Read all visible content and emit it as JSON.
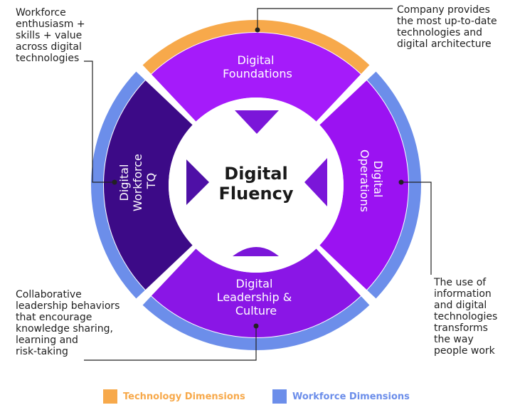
{
  "diagram": {
    "center": {
      "line1": "Digital",
      "line2": "Fluency"
    },
    "segments": {
      "top": {
        "lines": [
          "Digital",
          "Foundations"
        ]
      },
      "right": {
        "lines": [
          "Digital",
          "Operations"
        ]
      },
      "bottom": {
        "lines": [
          "Digital",
          "Leadership &",
          "Culture"
        ]
      },
      "left": {
        "lines": [
          "Digital",
          "Workforce",
          "TQ"
        ]
      }
    },
    "annotations": {
      "workforce_tq": "Workforce\nenthusiasm +\nskills + value\nacross digital\ntechnologies",
      "foundations": "Company provides\nthe most up-to-date\ntechnologies and\ndigital architecture",
      "operations": "The use of\ninformation\nand digital\ntechnologies\ntransforms\nthe way\npeople work",
      "leadership": "Collaborative\nleadership behaviors\nthat encourage\nknowledge sharing,\nlearning and\nrisk-taking"
    }
  },
  "legend": [
    {
      "label": "Technology Dimensions",
      "color": "#F7A94B"
    },
    {
      "label": "Workforce Dimensions",
      "color": "#6C8EEA"
    }
  ],
  "colors": {
    "top_segment": "#A51BFA",
    "right_segment": "#9B12F2",
    "bottom_segment": "#8A16E6",
    "left_segment": "#3C0A87",
    "technology_ring": "#F7A94B",
    "workforce_ring": "#6C8EEA",
    "center_marker": "#7B16D9",
    "left_marker": "#4E10A6"
  }
}
